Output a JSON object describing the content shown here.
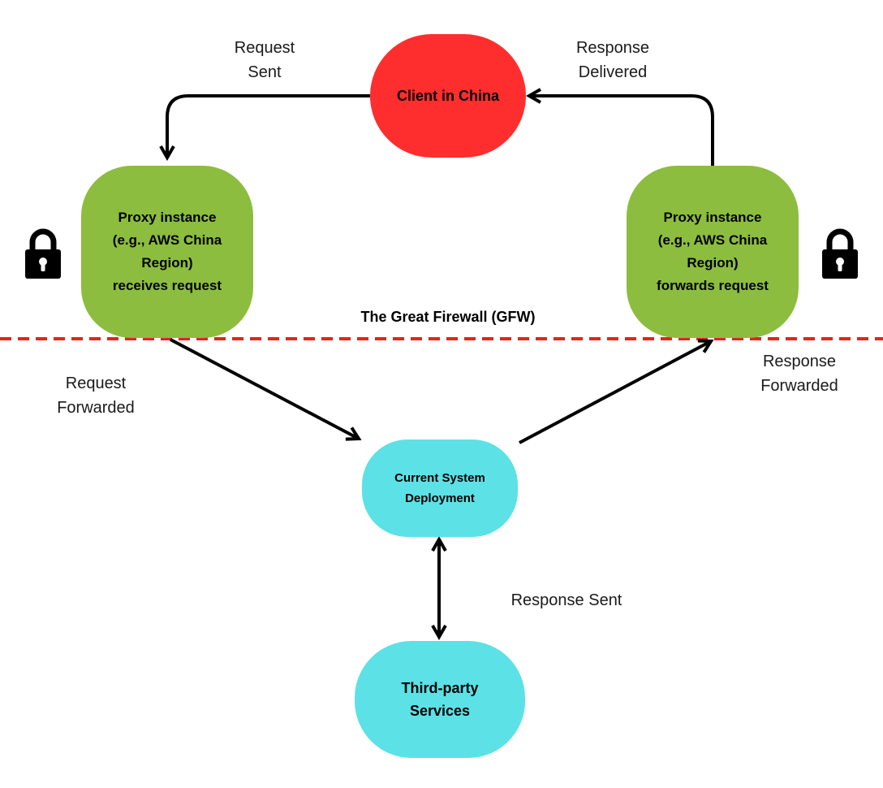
{
  "nodes": {
    "client": {
      "label": "Client in China",
      "color": "#ff2e2e"
    },
    "proxy_left": {
      "label": "Proxy instance\n(e.g., AWS China\nRegion)\nreceives request",
      "color": "#8cbd3f"
    },
    "proxy_right": {
      "label": "Proxy instance\n(e.g., AWS China\nRegion)\nforwards request",
      "color": "#8cbd3f"
    },
    "deployment": {
      "label": "Current System\nDeployment",
      "color": "#5ce1e6"
    },
    "third_party": {
      "label": "Third-party\nServices",
      "color": "#5ce1e6"
    }
  },
  "edges": {
    "request_sent": "Request\nSent",
    "response_delivered": "Response\nDelivered",
    "request_forwarded": "Request\nForwarded",
    "response_forwarded": "Response\nForwarded",
    "response_sent": "Response Sent"
  },
  "firewall": {
    "label": "The Great Firewall (GFW)",
    "color": "#e8221c"
  },
  "icons": {
    "left_lock": "lock-icon",
    "right_lock": "lock-icon"
  }
}
